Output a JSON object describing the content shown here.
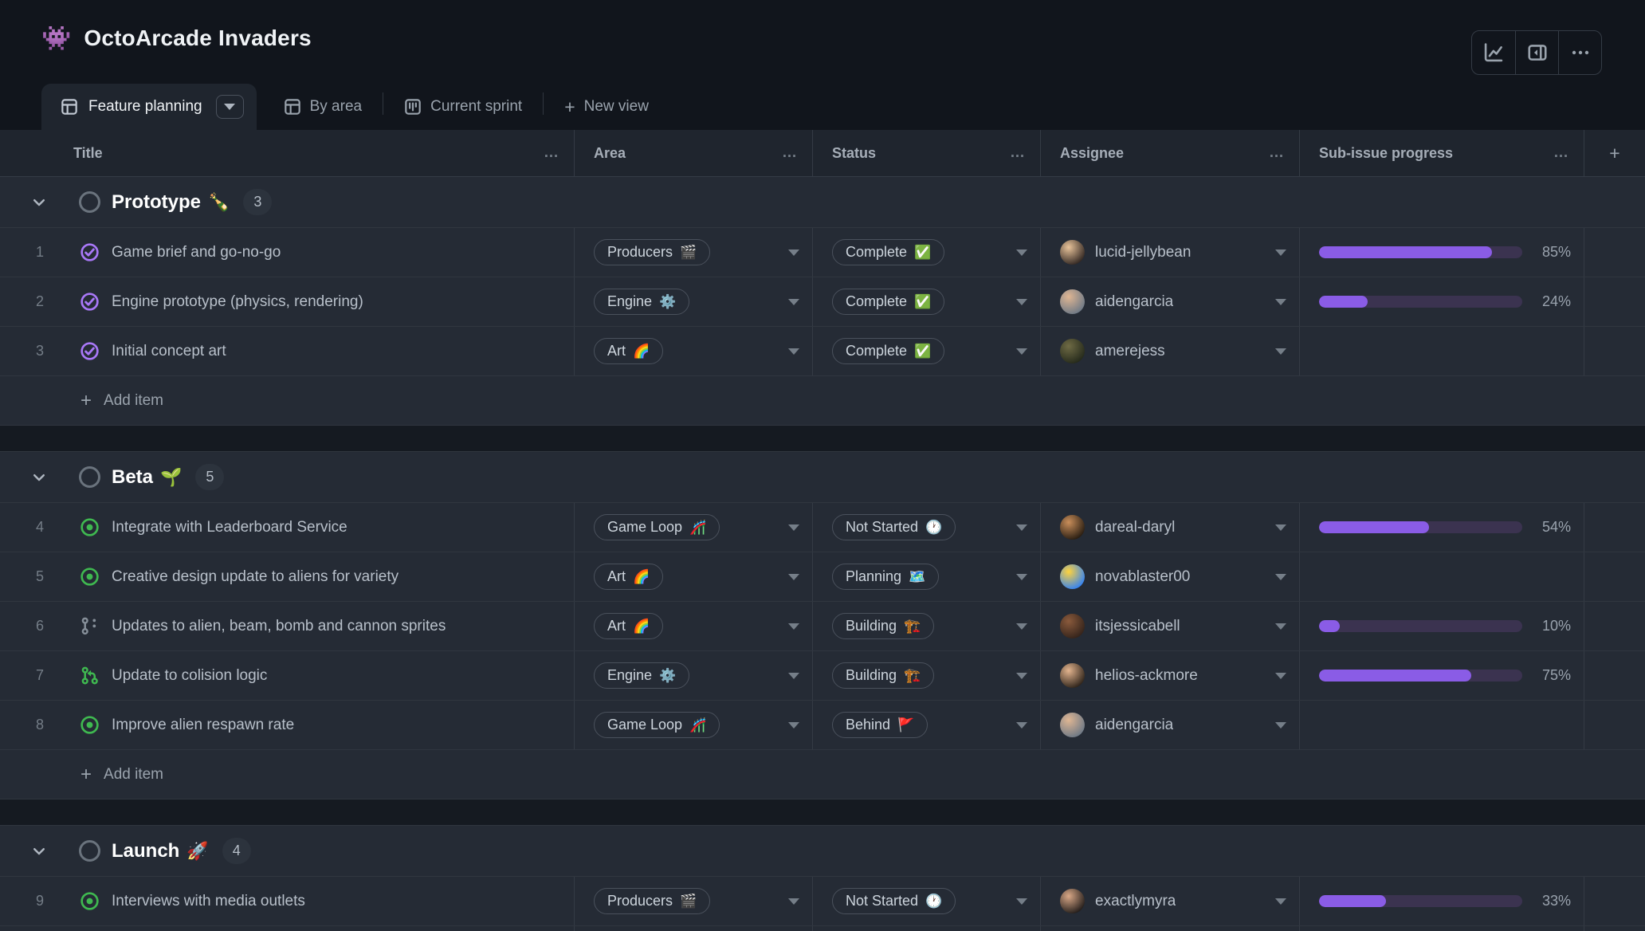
{
  "colors": {
    "accent_purple": "#8a5ce6",
    "progress_track": "#3b3350",
    "issue_open_green": "#3fb950",
    "issue_done_purple": "#a978f8",
    "issue_draft_gray": "#868f99",
    "row_background": "#252b35",
    "page_background": "#11151c"
  },
  "header": {
    "emoji": "👾",
    "title": "OctoArcade Invaders",
    "toolbar": [
      {
        "name": "insights"
      },
      {
        "name": "side-panel"
      },
      {
        "name": "more"
      }
    ]
  },
  "tabs": {
    "active": {
      "label": "Feature planning",
      "icon": "table"
    },
    "items": [
      {
        "label": "By area",
        "icon": "table"
      },
      {
        "label": "Current sprint",
        "icon": "project"
      }
    ],
    "new_view_plus": "+",
    "new_view_label": "New view"
  },
  "table": {
    "columns": [
      {
        "label": "Title",
        "menu": "…"
      },
      {
        "label": "Area",
        "menu": "…"
      },
      {
        "label": "Status",
        "menu": "…"
      },
      {
        "label": "Assignee",
        "menu": "…"
      },
      {
        "label": "Sub-issue progress",
        "menu": "…"
      }
    ],
    "add_column_label": "+",
    "add_item_plus": "+",
    "add_item_label": "Add item"
  },
  "groups": [
    {
      "name": "Prototype",
      "emoji": "🍾",
      "count": "3",
      "rows": [
        {
          "number": "1",
          "icon": "issue-closed",
          "title": "Game brief and go-no-go",
          "area": {
            "label": "Producers",
            "emoji": "🎬"
          },
          "status": {
            "label": "Complete",
            "emoji": "✅"
          },
          "assignee": {
            "name": "lucid-jellybean",
            "colors": [
              "#2e2420",
              "#e8c39a"
            ]
          },
          "progress": {
            "percent": 85,
            "label": "85%"
          }
        },
        {
          "number": "2",
          "icon": "issue-closed",
          "title": "Engine prototype (physics, rendering)",
          "area": {
            "label": "Engine",
            "emoji": "⚙️"
          },
          "status": {
            "label": "Complete",
            "emoji": "✅"
          },
          "assignee": {
            "name": "aidengarcia",
            "colors": [
              "#6b7785",
              "#dfb693"
            ]
          },
          "progress": {
            "percent": 24,
            "label": "24%"
          }
        },
        {
          "number": "3",
          "icon": "issue-closed",
          "title": "Initial concept art",
          "area": {
            "label": "Art",
            "emoji": "🌈"
          },
          "status": {
            "label": "Complete",
            "emoji": "✅"
          },
          "assignee": {
            "name": "amerejess",
            "colors": [
              "#23281a",
              "#6f6b45"
            ]
          },
          "progress": null
        }
      ]
    },
    {
      "name": "Beta",
      "emoji": "🌱",
      "count": "5",
      "rows": [
        {
          "number": "4",
          "icon": "issue-open",
          "title": "Integrate with Leaderboard Service",
          "area": {
            "label": "Game Loop",
            "emoji": "🎢"
          },
          "status": {
            "label": "Not Started",
            "emoji": "🕐"
          },
          "assignee": {
            "name": "dareal-daryl",
            "colors": [
              "#241a10",
              "#c98e5a"
            ]
          },
          "progress": {
            "percent": 54,
            "label": "54%"
          }
        },
        {
          "number": "5",
          "icon": "issue-open",
          "title": "Creative design update to aliens for variety",
          "area": {
            "label": "Art",
            "emoji": "🌈"
          },
          "status": {
            "label": "Planning",
            "emoji": "🗺️"
          },
          "assignee": {
            "name": "novablaster00",
            "colors": [
              "#2f81f7",
              "#ffd33d"
            ]
          },
          "progress": null
        },
        {
          "number": "6",
          "icon": "merge-queue",
          "title": "Updates to alien, beam, bomb and cannon sprites",
          "area": {
            "label": "Art",
            "emoji": "🌈"
          },
          "status": {
            "label": "Building",
            "emoji": "🏗️"
          },
          "assignee": {
            "name": "itsjessicabell",
            "colors": [
              "#32221a",
              "#8a5a3c"
            ]
          },
          "progress": {
            "percent": 10,
            "label": "10%"
          }
        },
        {
          "number": "7",
          "icon": "pull-request",
          "title": "Update to colision logic",
          "area": {
            "label": "Engine",
            "emoji": "⚙️"
          },
          "status": {
            "label": "Building",
            "emoji": "🏗️"
          },
          "assignee": {
            "name": "helios-ackmore",
            "colors": [
              "#2b2118",
              "#e3b48e"
            ]
          },
          "progress": {
            "percent": 75,
            "label": "75%"
          }
        },
        {
          "number": "8",
          "icon": "issue-open",
          "title": "Improve alien respawn rate",
          "area": {
            "label": "Game Loop",
            "emoji": "🎢"
          },
          "status": {
            "label": "Behind",
            "emoji": "🚩"
          },
          "assignee": {
            "name": "aidengarcia",
            "colors": [
              "#6b7785",
              "#dfb693"
            ]
          },
          "progress": null
        }
      ]
    },
    {
      "name": "Launch",
      "emoji": "🚀",
      "count": "4",
      "rows": [
        {
          "number": "9",
          "icon": "issue-open",
          "title": "Interviews with media outlets",
          "area": {
            "label": "Producers",
            "emoji": "🎬"
          },
          "status": {
            "label": "Not Started",
            "emoji": "🕐"
          },
          "assignee": {
            "name": "exactlymyra",
            "colors": [
              "#1f1a18",
              "#d9a887"
            ]
          },
          "progress": {
            "percent": 33,
            "label": "33%"
          }
        }
      ]
    }
  ]
}
